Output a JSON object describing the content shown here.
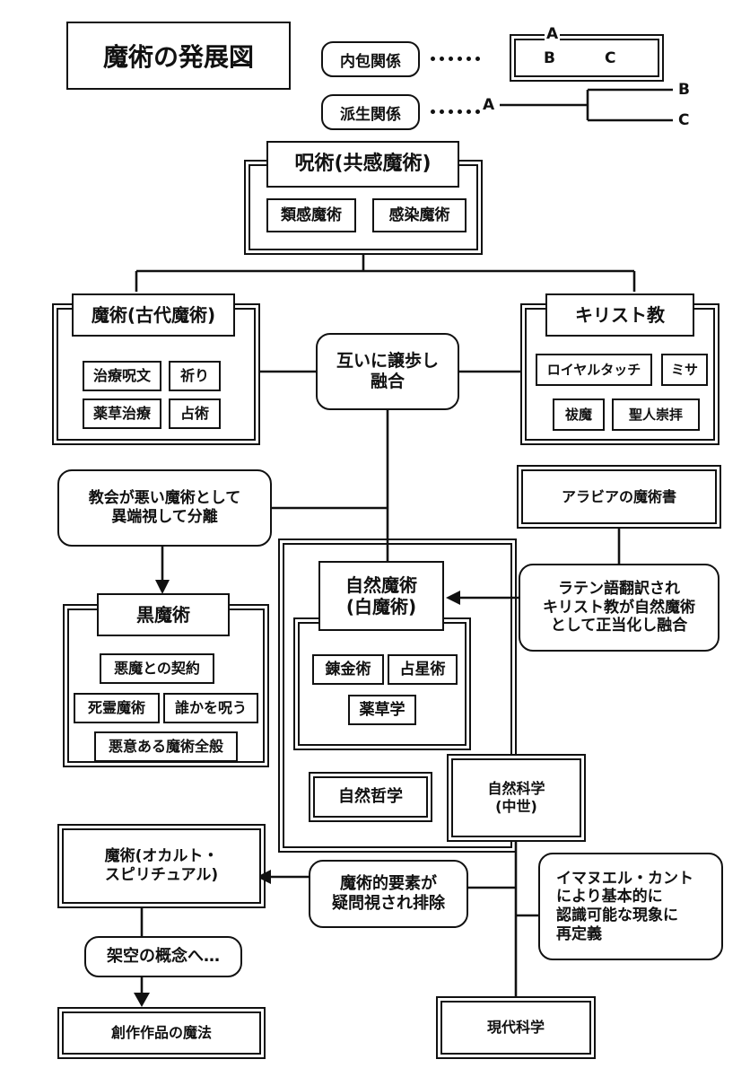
{
  "title": "魔術の発展図",
  "legend": {
    "containment": {
      "label": "内包関係",
      "parent": "A",
      "child1": "B",
      "child2": "C"
    },
    "derivation": {
      "label": "派生関係",
      "source": "A",
      "target1": "B",
      "target2": "C"
    }
  },
  "nodes": {
    "jujutsu": {
      "label": "呪術(共感魔術)",
      "children": [
        "類感魔術",
        "感染魔術"
      ]
    },
    "ancient_magic": {
      "label": "魔術(古代魔術)",
      "children": [
        "治療呪文",
        "祈り",
        "薬草治療",
        "占術"
      ]
    },
    "christianity": {
      "label": "キリスト教",
      "children": [
        "ロイヤルタッチ",
        "ミサ",
        "祓魔",
        "聖人崇拝"
      ]
    },
    "fusion": {
      "label": "互いに譲歩し\n融合",
      "line1": "互いに譲歩し",
      "line2": "融合"
    },
    "heresy": {
      "line1": "教会が悪い魔術として",
      "line2": "異端視して分離"
    },
    "black_magic": {
      "label": "黒魔術",
      "children": [
        "悪魔との契約",
        "死霊魔術",
        "誰かを呪う",
        "悪意ある魔術全般"
      ]
    },
    "natural_magic": {
      "line1": "自然魔術",
      "line2": "(白魔術)",
      "children": [
        "錬金術",
        "占星術",
        "薬草学"
      ]
    },
    "arabian_books": {
      "label": "アラビアの魔術書"
    },
    "latin_translation": {
      "line1": "ラテン語翻訳され",
      "line2": "キリスト教が自然魔術",
      "line3": "として正当化し融合"
    },
    "natural_philosophy": {
      "label": "自然哲学"
    },
    "natural_science": {
      "line1": "自然科学",
      "line2": "(中世)"
    },
    "occult_magic": {
      "line1": "魔術(オカルト・",
      "line2": "スピリチュアル)"
    },
    "magical_removed": {
      "line1": "魔術的要素が",
      "line2": "疑問視され排除"
    },
    "kant": {
      "line1": "イマヌエル・カント",
      "line2": "により基本的に",
      "line3": "認識可能な現象に",
      "line4": "再定義"
    },
    "fictional": {
      "label": "架空の概念へ…"
    },
    "creative_magic": {
      "label": "創作作品の魔法"
    },
    "modern_science": {
      "label": "現代科学"
    }
  },
  "colors": {
    "stroke": "#111111",
    "fill": "#ffffff"
  }
}
